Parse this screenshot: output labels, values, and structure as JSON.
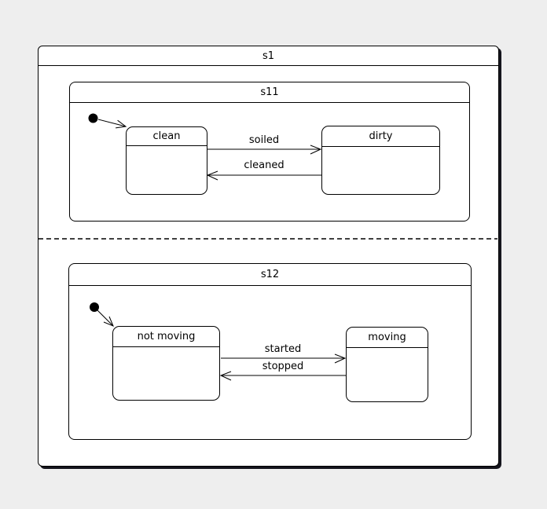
{
  "diagram": {
    "type": "uml-state-machine",
    "root_state": {
      "label": "s1"
    },
    "regions": [
      {
        "label": "s11",
        "states": [
          {
            "name": "clean"
          },
          {
            "name": "dirty"
          }
        ],
        "transitions": [
          {
            "from": "clean",
            "to": "dirty",
            "label": "soiled"
          },
          {
            "from": "dirty",
            "to": "clean",
            "label": "cleaned"
          }
        ],
        "initial_state_target": "clean"
      },
      {
        "label": "s12",
        "states": [
          {
            "name": "not moving"
          },
          {
            "name": "moving"
          }
        ],
        "transitions": [
          {
            "from": "not moving",
            "to": "moving",
            "label": "started"
          },
          {
            "from": "moving",
            "to": "not moving",
            "label": "stopped"
          }
        ],
        "initial_state_target": "not moving"
      }
    ],
    "colors": {
      "background": "#eeeeee",
      "surface": "#ffffff",
      "stroke": "#000000",
      "shadow": "#15151d"
    }
  }
}
